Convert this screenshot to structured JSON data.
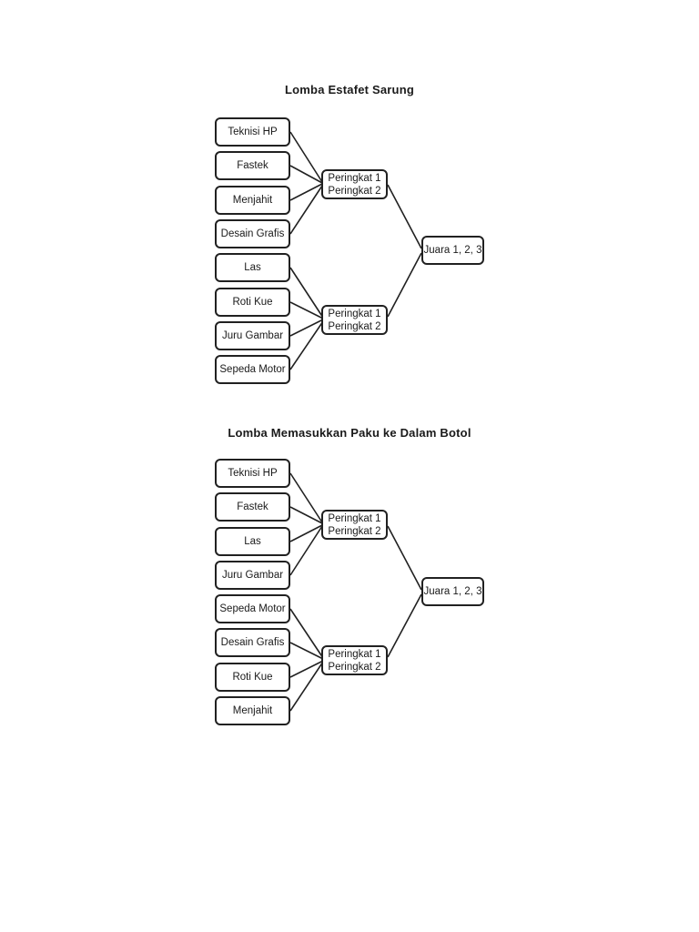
{
  "colors": {
    "page_background": "#ffffff",
    "box_border": "#212121",
    "text": "#1a1a1a",
    "connector_line": "#212121"
  },
  "diagrams": [
    {
      "title": "Lomba Estafet Sarung",
      "teams": [
        "Teknisi HP",
        "Fastek",
        "Menjahit",
        "Desain Grafis",
        "Las",
        "Roti Kue",
        "Juru Gambar",
        "Sepeda Motor"
      ],
      "qualifier_top": {
        "line1": "Peringkat 1",
        "line2": "Peringkat 2"
      },
      "qualifier_bottom": {
        "line1": "Peringkat 1",
        "line2": "Peringkat 2"
      },
      "final_label": "Juara 1, 2, 3"
    },
    {
      "title": "Lomba Memasukkan Paku ke Dalam Botol",
      "teams": [
        "Teknisi HP",
        "Fastek",
        "Las",
        "Juru Gambar",
        "Sepeda Motor",
        "Desain Grafis",
        "Roti Kue",
        "Menjahit"
      ],
      "qualifier_top": {
        "line1": "Peringkat 1",
        "line2": "Peringkat 2"
      },
      "qualifier_bottom": {
        "line1": "Peringkat 1",
        "line2": "Peringkat 2"
      },
      "final_label": "Juara 1, 2, 3"
    }
  ]
}
